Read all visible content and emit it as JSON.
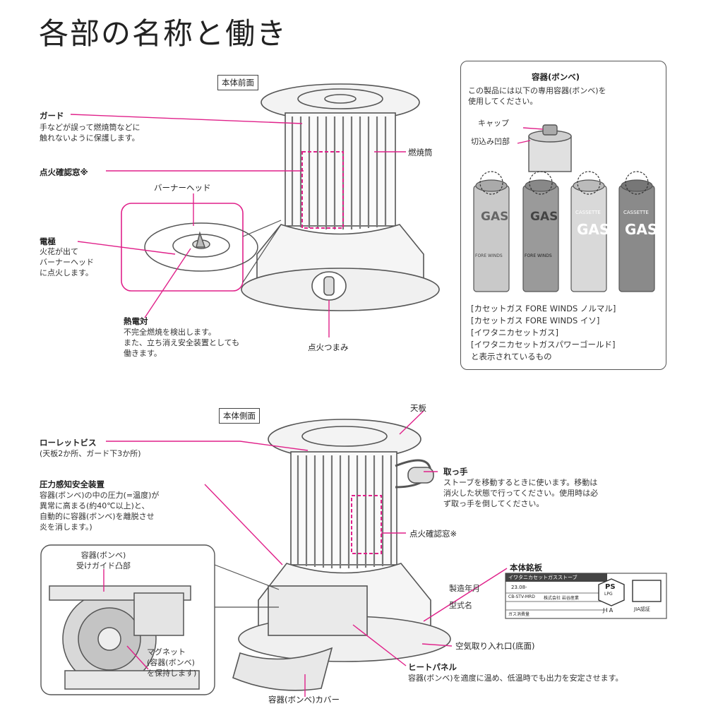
{
  "page_title": "各部の名称と働き",
  "front": {
    "tag": "本体前面",
    "guard": {
      "label": "ガード",
      "desc": "手などが誤って燃焼筒などに\n触れないように保護します。"
    },
    "window": {
      "label": "点火確認窓※"
    },
    "burner_head": {
      "label": "バーナーヘッド"
    },
    "electrode": {
      "label": "電極",
      "desc": "火花が出て\nバーナーヘッド\nに点火します。"
    },
    "thermocouple": {
      "label": "熱電対",
      "desc": "不完全燃焼を検出します。\nまた、立ち消え安全装置としても\n働きます。"
    },
    "combustion": {
      "label": "燃焼筒"
    },
    "knob": {
      "label": "点火つまみ"
    }
  },
  "cans": {
    "title": "容器(ボンベ)",
    "intro": "この製品には以下の専用容器(ボンベ)を\n使用してください。",
    "cap": "キャップ",
    "notch": "切込み凹部",
    "can_texts": [
      "GAS",
      "GAS",
      "GAS",
      "GAS"
    ],
    "can_sub": [
      "FORE WINDS",
      "FORE WINDS",
      "CASSETTE",
      "CASSETTE"
    ],
    "names": "[カセットガス FORE WINDS ノルマル]\n[カセットガス FORE WINDS イソ]\n[イワタニカセットガス]\n[イワタニカセットガスパワーゴールド]\nと表示されているもの",
    "colors": {
      "silver": "#c9c9c9",
      "dark": "#8a8a8a"
    }
  },
  "side": {
    "tag": "本体側面",
    "top_plate": {
      "label": "天板"
    },
    "screw": {
      "label": "ローレットビス",
      "desc": "(天板2か所、ガード下3か所)"
    },
    "handle": {
      "label": "取っ手",
      "desc": "ストーブを移動するときに使います。移動は\n消火した状態で行ってください。使用時は必\nず取っ手を倒してください。"
    },
    "pressure": {
      "label": "圧力感知安全装置",
      "desc": "容器(ボンベ)の中の圧力(=温度)が\n異常に高まる(約40℃以上)と、\n自動的に容器(ボンベ)を離脱させ\n炎を消します。)"
    },
    "window": {
      "label": "点火確認窓※"
    },
    "guide": {
      "label": "容器(ボンベ)\n受けガイド凸部"
    },
    "magnet": {
      "label": "マグネット\n(容器(ボンベ)\nを保持します)"
    },
    "nameplate": {
      "label": "本体銘板",
      "year": "製造年月",
      "model": "型式名",
      "plate_head": "イワタニカセットガスストーブ",
      "plate_date": "23.08-",
      "plate_model": "CB-STV-MRD",
      "plate_maker": "株式会社 岩谷産業",
      "plate_gas": "ガス消費量",
      "ps": "PS",
      "lpg": "LPG",
      "jia": "JIA",
      "jia2": "JIA認証"
    },
    "air": {
      "label": "空気取り入れ口(底面)"
    },
    "heat_panel": {
      "label": "ヒートパネル",
      "desc": "容器(ボンベ)を適度に温め、低温時でも出力を安定させます。"
    },
    "cover": {
      "label": "容器(ボンベ)カバー"
    }
  },
  "colors": {
    "accent": "#e0218a",
    "line": "#555555"
  }
}
